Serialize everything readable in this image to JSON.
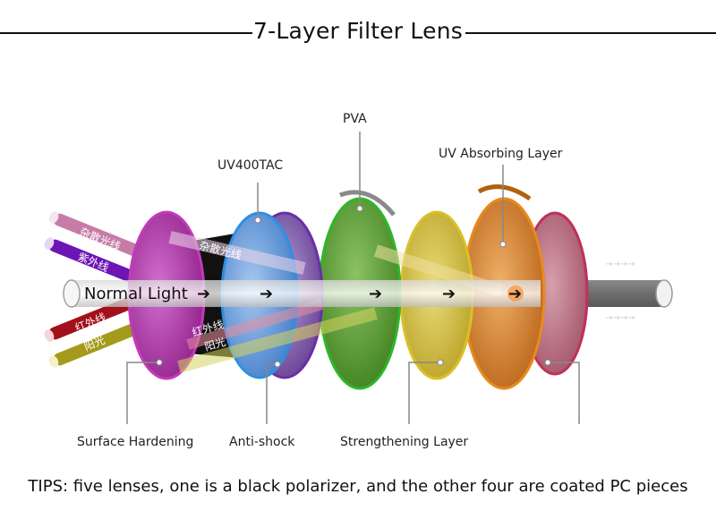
{
  "title": "7-Layer Filter Lens",
  "beam_label": "Normal Light",
  "labels": {
    "pva": "PVA",
    "uv400tac": "UV400TAC",
    "uv_absorbing": "UV Absorbing Layer",
    "surface_hardening": "Surface Hardening",
    "anti_shock": "Anti-shock",
    "strengthening": "Strengthening Layer"
  },
  "ray_labels": {
    "stray_light": "杂散光线",
    "ultraviolet": "紫外线",
    "infrared": "红外线",
    "sunlight": "阳光"
  },
  "tips": "TIPS: five lenses, one is a black polarizer, and the other four are coated PC pieces",
  "colors": {
    "surface_hardening": "#b02aa8",
    "uv400tac": "#3f86d8",
    "anti_shock": "#6a3c9a",
    "pva": "#4e9a2c",
    "strengthening": "#c9b52a",
    "uv_absorbing": "#d0731c",
    "outer": "#b5627a"
  }
}
